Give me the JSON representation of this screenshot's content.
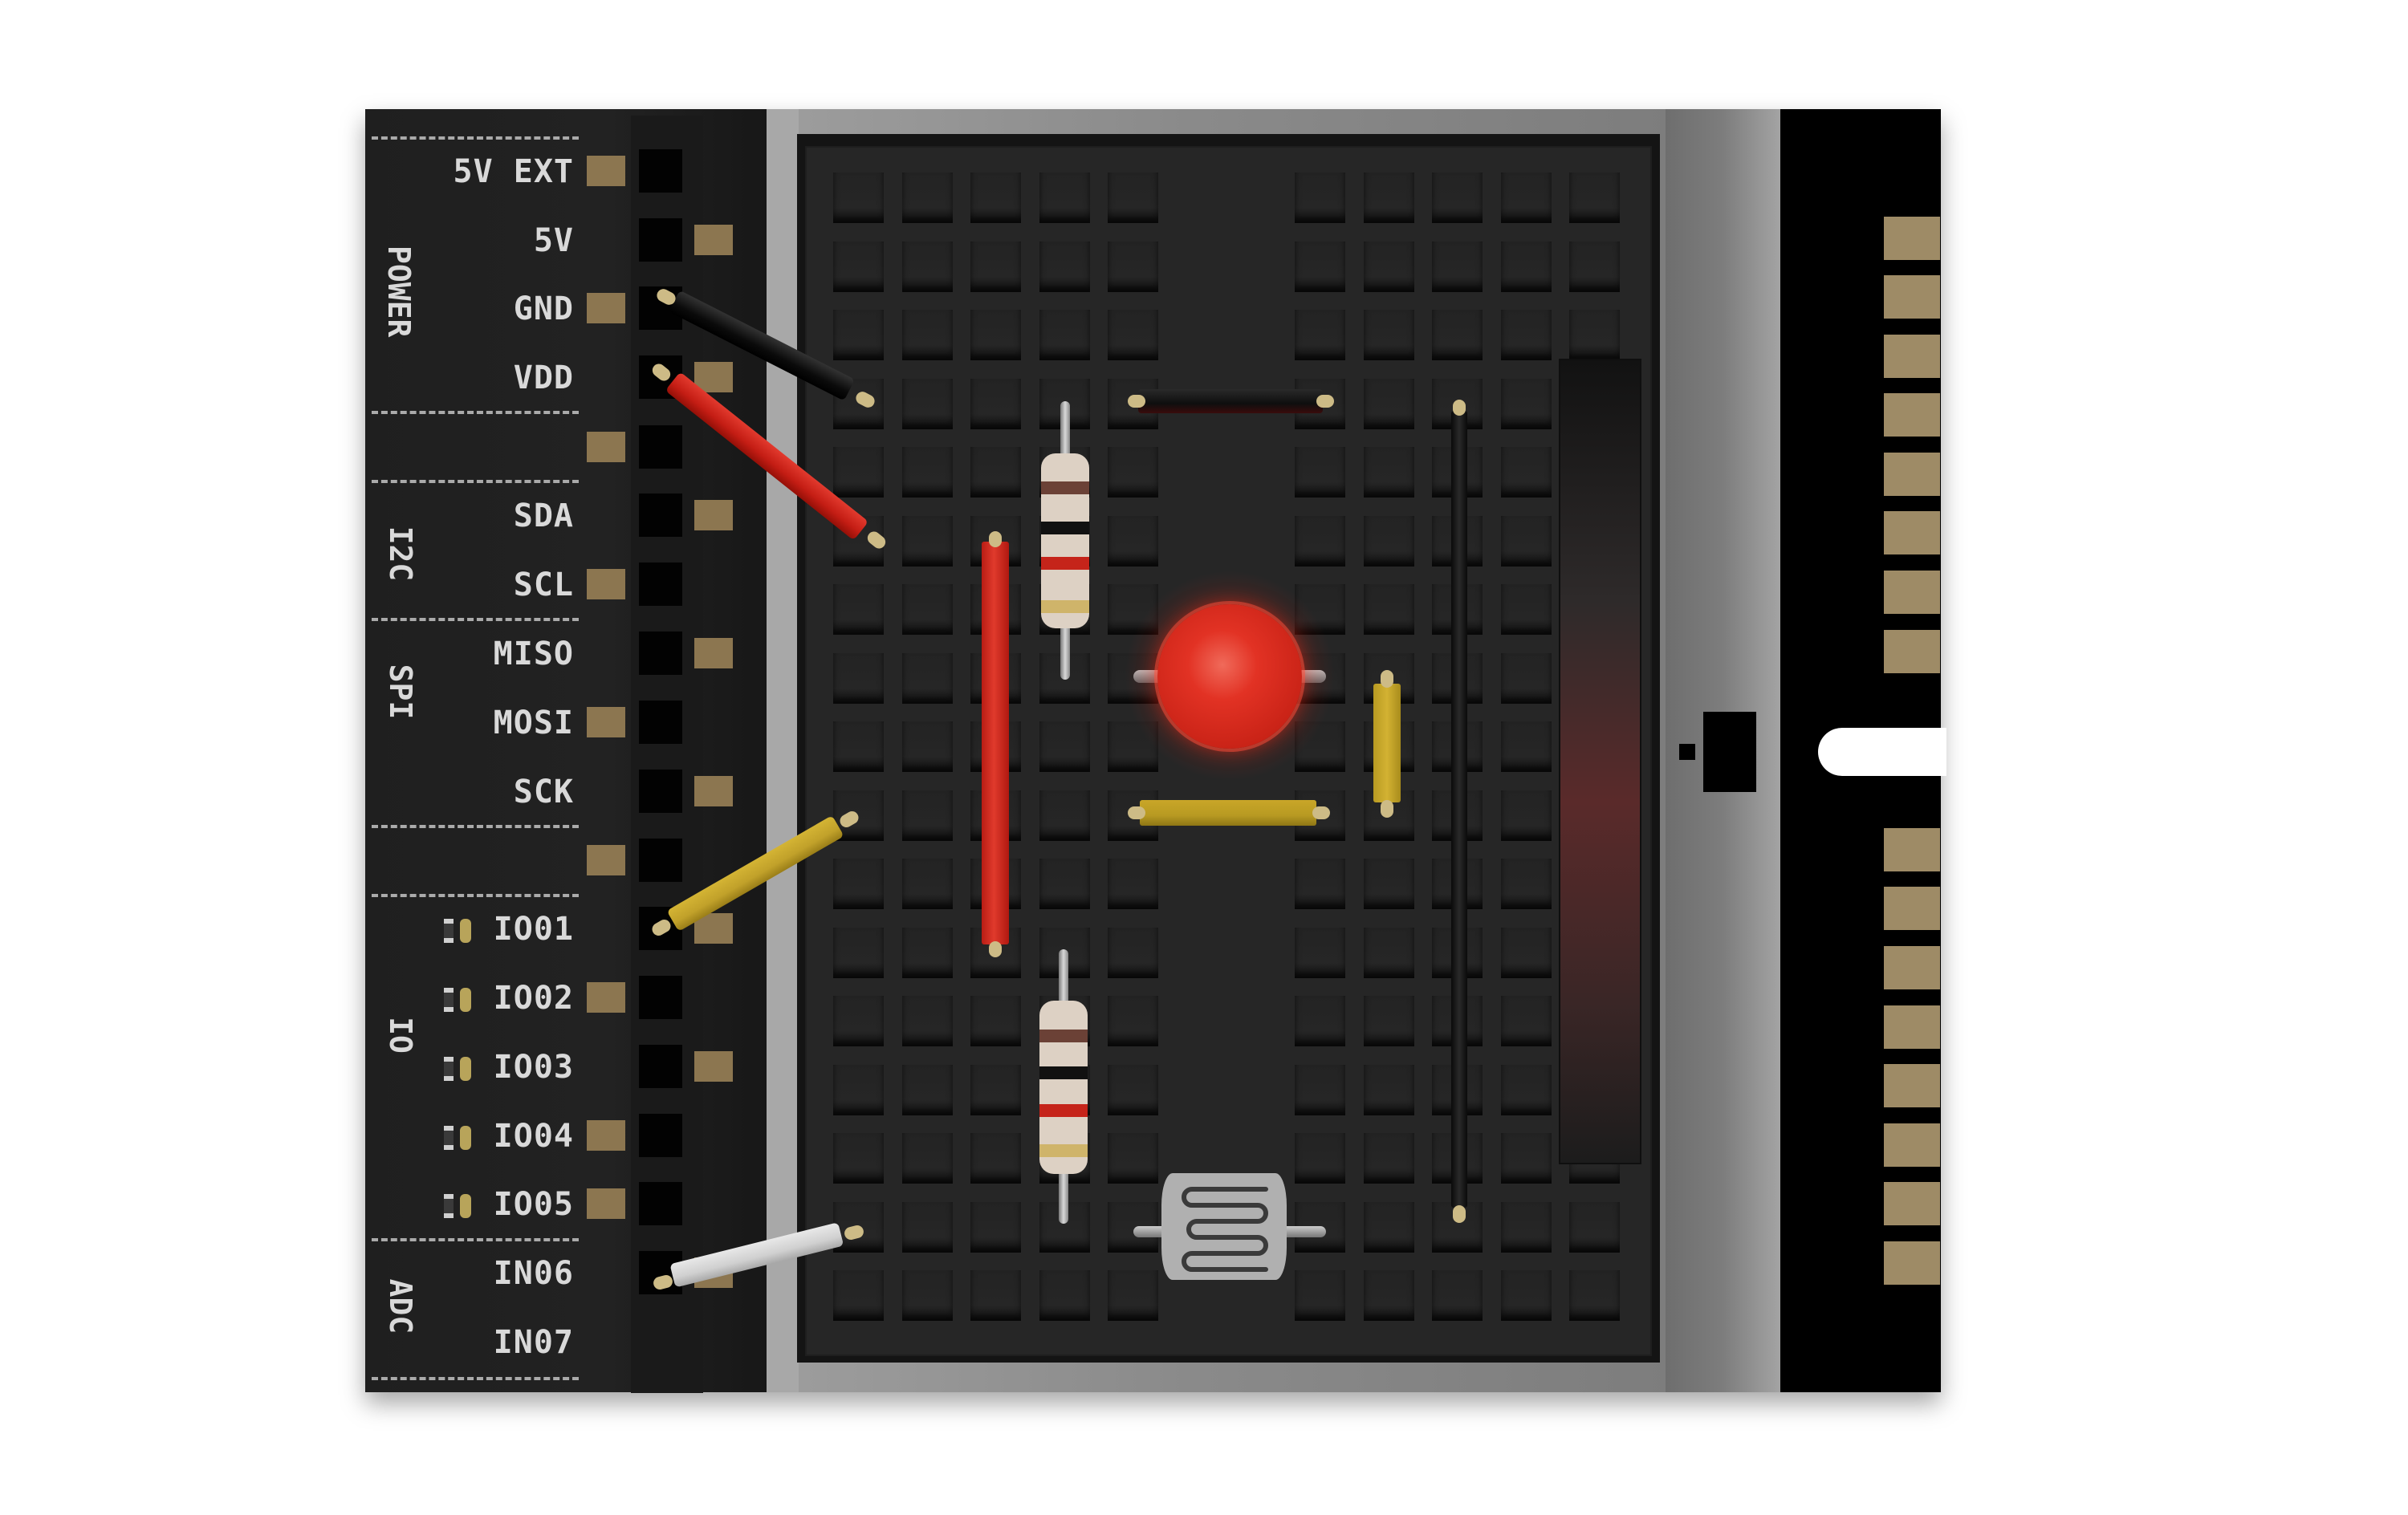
{
  "board": {
    "type": "breadboard-expansion-board",
    "header_groups": [
      {
        "label": "POWER",
        "pins": [
          "5V EXT",
          "5V",
          "GND",
          "VDD"
        ]
      },
      {
        "label": "",
        "pins": [
          ""
        ]
      },
      {
        "label": "I2C",
        "pins": [
          "SDA",
          "SCL"
        ]
      },
      {
        "label": "SPI",
        "pins": [
          "MISO",
          "MOSI",
          "SCK"
        ]
      },
      {
        "label": "",
        "pins": [
          ""
        ]
      },
      {
        "label": "IO",
        "pins": [
          "IO01",
          "IO02",
          "IO03",
          "IO04",
          "IO05"
        ]
      },
      {
        "label": "ADC",
        "pins": [
          "IN06",
          "IN07"
        ]
      }
    ],
    "colors": {
      "pcb": "#222222",
      "gold_pad": "#8c7650",
      "edge_pad": "#9e8b66",
      "label_text": "#d9d9d9",
      "breadboard": "#262626",
      "led": "#e23224"
    }
  },
  "labels": {
    "power": "POWER",
    "i2c": "I2C",
    "spi": "SPI",
    "io": "IO",
    "adc": "ADC",
    "pin_5v_ext": "5V EXT",
    "pin_5v": "5V",
    "pin_gnd": "GND",
    "pin_vdd": "VDD",
    "pin_sda": "SDA",
    "pin_scl": "SCL",
    "pin_miso": "MISO",
    "pin_mosi": "MOSI",
    "pin_sck": "SCK",
    "pin_io01": "IO01",
    "pin_io02": "IO02",
    "pin_io03": "IO03",
    "pin_io04": "IO04",
    "pin_io05": "IO05",
    "pin_in06": "IN06",
    "pin_in07": "IN07"
  },
  "components": {
    "wires": [
      {
        "color": "black",
        "from": "GND",
        "to": "breadboard"
      },
      {
        "color": "red",
        "from": "VDD",
        "to": "breadboard"
      },
      {
        "color": "yellow",
        "from": "IO01",
        "to": "breadboard"
      },
      {
        "color": "white",
        "from": "IN06",
        "to": "breadboard"
      }
    ],
    "jumpers": [
      "red-vertical",
      "black-horizontal",
      "yellow-horizontal",
      "yellow-vertical",
      "black-vertical"
    ],
    "resistors": [
      {
        "bands": [
          "brown",
          "black",
          "red",
          "gold"
        ]
      },
      {
        "bands": [
          "brown",
          "black",
          "red",
          "gold"
        ]
      }
    ],
    "led": {
      "color": "red",
      "state": "on"
    },
    "photoresistor": {
      "present": true
    }
  }
}
